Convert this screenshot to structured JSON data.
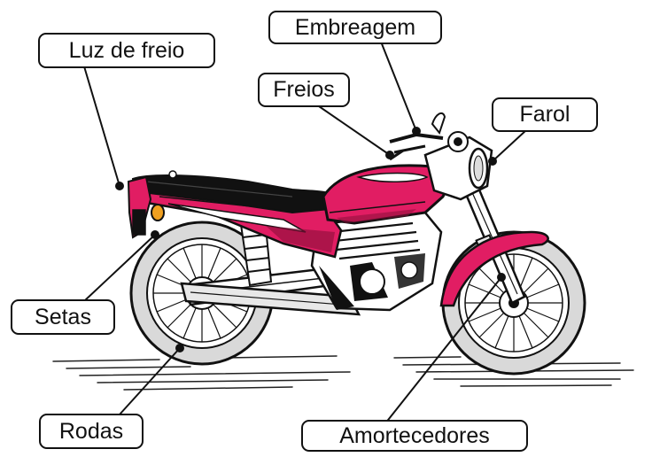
{
  "labels": {
    "luz_de_freio": "Luz de freio",
    "embreagem": "Embreagem",
    "freios": "Freios",
    "farol": "Farol",
    "setas": "Setas",
    "rodas": "Rodas",
    "amortecedores": "Amortecedores"
  },
  "colors": {
    "body": "#e11d63",
    "body_dark": "#8a0f3a",
    "tire": "#d9d9d9",
    "outline": "#111111",
    "indicator": "#f0a020"
  }
}
